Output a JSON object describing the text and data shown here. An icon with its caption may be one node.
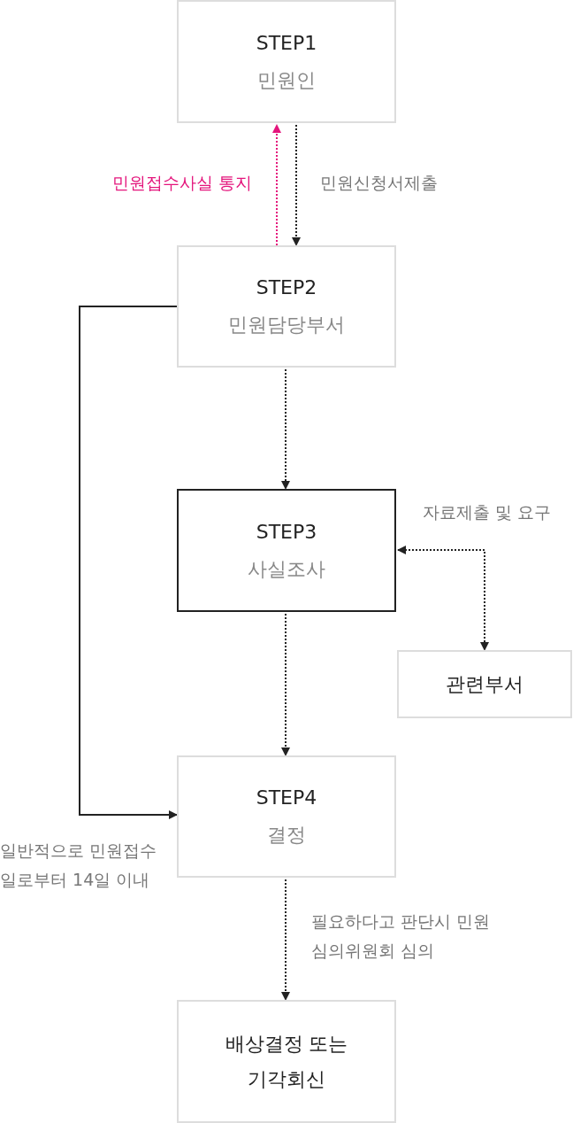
{
  "diagram": {
    "nodes": [
      {
        "text": [
          "STEP1",
          "민원인"
        ]
      },
      {
        "text": [
          "STEP2",
          "민원담당부서"
        ]
      },
      {
        "text": [
          "STEP3",
          "사실조사"
        ]
      },
      {
        "text": [
          "관련부서"
        ]
      },
      {
        "text": [
          "STEP4",
          "결정"
        ]
      },
      {
        "text": [
          "배상결정 또는 기각회신"
        ]
      }
    ],
    "edges": [
      {
        "from": 1,
        "to": 0,
        "arrow": "to",
        "label": "민원접수사실 통지",
        "style": "dashed",
        "color": "#e4157c"
      },
      {
        "from": 0,
        "to": 1,
        "arrow": "to",
        "label": "민원신청서제출",
        "style": "dashed"
      },
      {
        "from": 1,
        "to": 2,
        "arrow": "to",
        "style": "dashed"
      },
      {
        "from": 2,
        "to": 3,
        "arrow": "both",
        "label": "자료제출 및 요구",
        "style": "dashed"
      },
      {
        "from": 2,
        "to": 4,
        "arrow": "to",
        "style": "dashed"
      },
      {
        "from": 1,
        "to": 4,
        "arrow": "to",
        "label": "일반적으로 민원접수일로부터 14일 이내"
      },
      {
        "from": 4,
        "to": 5,
        "arrow": "to",
        "label": "필요하다고 판단시 민원심의위원회 심의",
        "style": "dashed"
      }
    ]
  }
}
